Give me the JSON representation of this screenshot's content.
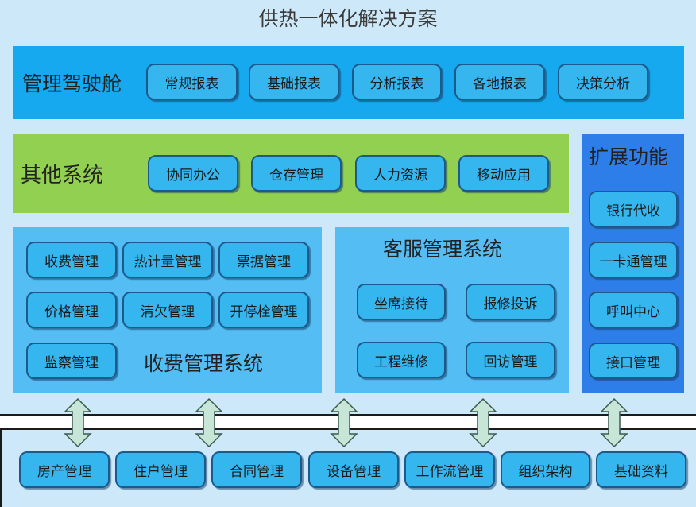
{
  "title": "供热一体化解决方案",
  "cockpit": {
    "label": "管理驾驶舱",
    "items": [
      "常规报表",
      "基础报表",
      "分析报表",
      "各地报表",
      "决策分析"
    ]
  },
  "other": {
    "label": "其他系统",
    "items": [
      "协同办公",
      "仓存管理",
      "人力资源",
      "移动应用"
    ]
  },
  "extension": {
    "label": "扩展功能",
    "items": [
      "银行代收",
      "一卡通管理",
      "呼叫中心",
      "接口管理"
    ]
  },
  "billing": {
    "label": "收费管理系统",
    "items": [
      "收费管理",
      "热计量管理",
      "票据管理",
      "价格管理",
      "清欠管理",
      "开停栓管理",
      "监察管理"
    ]
  },
  "service": {
    "label": "客服管理系统",
    "items": [
      "坐席接待",
      "报修投诉",
      "工程维修",
      "回访管理"
    ]
  },
  "base": {
    "items": [
      "房产管理",
      "住户管理",
      "合同管理",
      "设备管理",
      "工作流管理",
      "组织架构",
      "基础资料"
    ]
  },
  "colors": {
    "cockpit_bg": "#16a9ef",
    "other_bg": "#92d051",
    "billing_bg": "#53bdf4",
    "extension_bg": "#2d7ee8",
    "button": "#36b6ef",
    "arrow": "#c8e6d8"
  }
}
